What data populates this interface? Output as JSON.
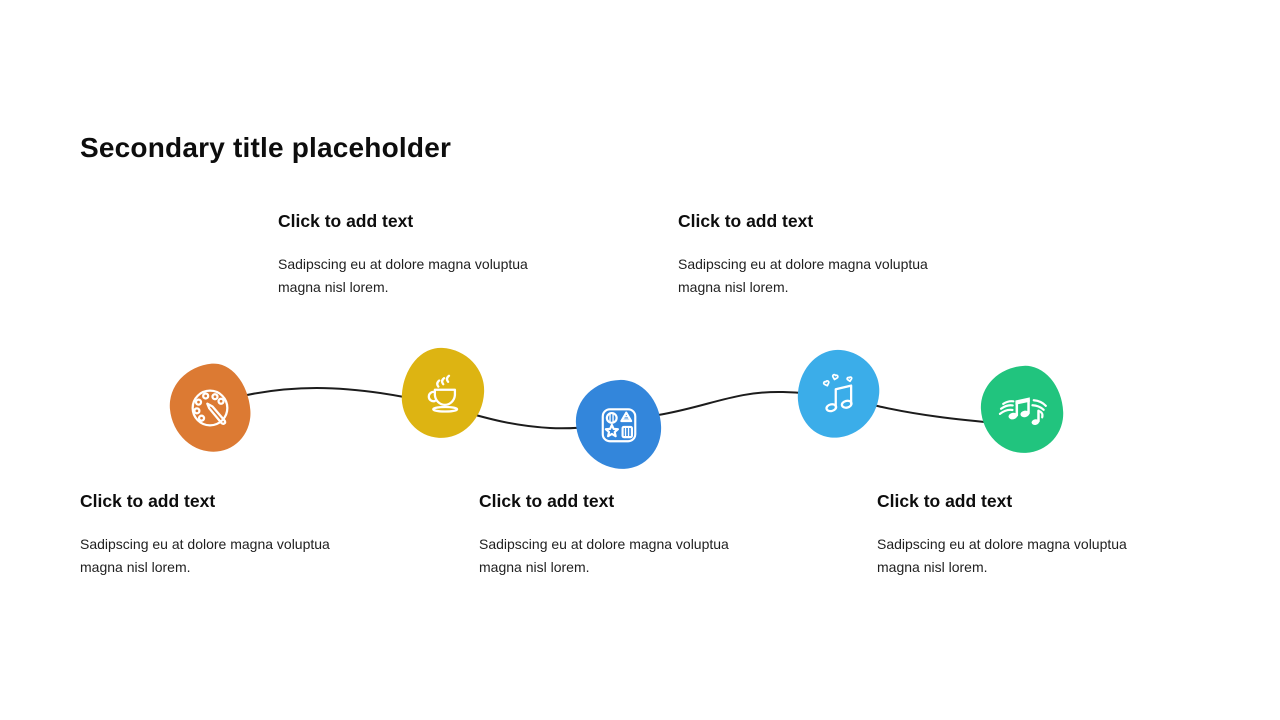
{
  "slide": {
    "title": "Secondary title placeholder",
    "background_color": "#ffffff"
  },
  "text_blocks": [
    {
      "position": "top-left",
      "heading": "Click to add text",
      "body": "Sadipscing eu at dolore magna voluptua magna nisl lorem."
    },
    {
      "position": "top-right",
      "heading": "Click to add text",
      "body": "Sadipscing eu at dolore magna voluptua magna nisl lorem."
    },
    {
      "position": "bottom-left",
      "heading": "Click to add text",
      "body": "Sadipscing eu at dolore magna voluptua magna nisl lorem."
    },
    {
      "position": "bottom-center",
      "heading": "Click to add text",
      "body": "Sadipscing eu at dolore magna voluptua magna nisl lorem."
    },
    {
      "position": "bottom-right",
      "heading": "Click to add text",
      "body": "Sadipscing eu at dolore magna voluptua magna nisl lorem."
    }
  ],
  "timeline": {
    "connector_color": "#1c1c1c",
    "nodes": [
      {
        "icon": "paint-palette-icon",
        "color": "#dc7a33"
      },
      {
        "icon": "coffee-cup-icon",
        "color": "#ddb412"
      },
      {
        "icon": "shapes-box-icon",
        "color": "#3386db"
      },
      {
        "icon": "music-note-hearts-icon",
        "color": "#3bade9"
      },
      {
        "icon": "music-notes-waves-icon",
        "color": "#21c47e"
      }
    ]
  }
}
